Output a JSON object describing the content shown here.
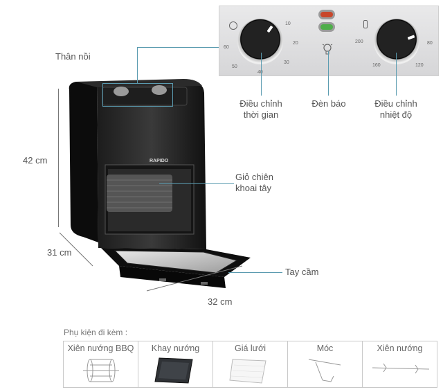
{
  "labels": {
    "body": "Thân nồi",
    "height": "42 cm",
    "depth": "31 cm",
    "width": "32 cm",
    "basket_line1": "Giỏ chiên",
    "basket_line2": "khoai tây",
    "handle": "Tay cầm",
    "timer_line1": "Điều chỉnh",
    "timer_line2": "thời gian",
    "indicator": "Đèn báo",
    "temp_line1": "Điều chỉnh",
    "temp_line2": "nhiệt độ",
    "brand": "RAPIDO"
  },
  "timer_dial": {
    "ticks": [
      "10",
      "20",
      "30",
      "40",
      "50",
      "60"
    ]
  },
  "temp_dial": {
    "ticks": [
      "200",
      "80",
      "120",
      "160"
    ]
  },
  "accessories": {
    "title": "Phụ kiện đi kèm :",
    "items": [
      {
        "name": "Xiên nướng BBQ",
        "icon": "bbq-skewer-cage-icon"
      },
      {
        "name": "Khay nướng",
        "icon": "baking-tray-icon"
      },
      {
        "name": "Giá lưới",
        "icon": "wire-rack-icon"
      },
      {
        "name": "Móc",
        "icon": "hook-icon"
      },
      {
        "name": "Xiên nướng",
        "icon": "rotisserie-skewer-icon"
      }
    ]
  },
  "colors": {
    "callout_line": "#5a9bb0",
    "led_red": "#c8462a",
    "led_green": "#4fae4a"
  }
}
